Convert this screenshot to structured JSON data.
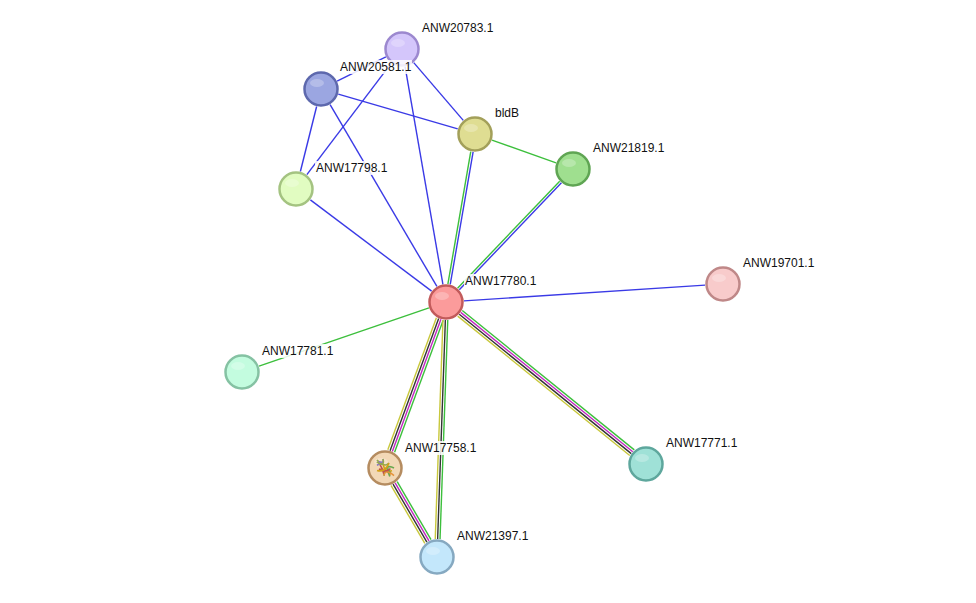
{
  "diagram": {
    "nodes": [
      {
        "text": [
          "ANW20783.1"
        ]
      },
      {
        "text": [
          "ANW20581.1"
        ]
      },
      {
        "text": [
          "bldB"
        ]
      },
      {
        "text": [
          "ANW21819.1"
        ]
      },
      {
        "text": [
          "ANW17798.1"
        ]
      },
      {
        "text": [
          "ANW17780.1"
        ]
      },
      {
        "text": [
          "ANW19701.1"
        ]
      },
      {
        "text": [
          "ANW17781.1"
        ]
      },
      {
        "text": [
          "ANW17758.1"
        ]
      },
      {
        "text": [
          "ANW17771.1"
        ]
      },
      {
        "text": [
          "ANW21397.1"
        ]
      }
    ],
    "edges": [
      {
        "from": 1,
        "to": 0,
        "arrow": "none"
      },
      {
        "from": 1,
        "to": 2,
        "arrow": "none"
      },
      {
        "from": 1,
        "to": 4,
        "arrow": "none"
      },
      {
        "from": 1,
        "to": 5,
        "arrow": "none"
      },
      {
        "from": 0,
        "to": 2,
        "arrow": "none"
      },
      {
        "from": 0,
        "to": 4,
        "arrow": "none"
      },
      {
        "from": 0,
        "to": 5,
        "arrow": "none"
      },
      {
        "from": 4,
        "to": 5,
        "arrow": "none"
      },
      {
        "from": 2,
        "to": 5,
        "arrow": "none"
      },
      {
        "from": 2,
        "to": 3,
        "arrow": "none"
      },
      {
        "from": 3,
        "to": 5,
        "arrow": "none"
      },
      {
        "from": 5,
        "to": 6,
        "arrow": "none"
      },
      {
        "from": 5,
        "to": 7,
        "arrow": "none"
      },
      {
        "from": 5,
        "to": 8,
        "arrow": "none"
      },
      {
        "from": 5,
        "to": 10,
        "arrow": "none"
      },
      {
        "from": 5,
        "to": 9,
        "arrow": "none"
      },
      {
        "from": 8,
        "to": 10,
        "arrow": "none"
      }
    ]
  }
}
